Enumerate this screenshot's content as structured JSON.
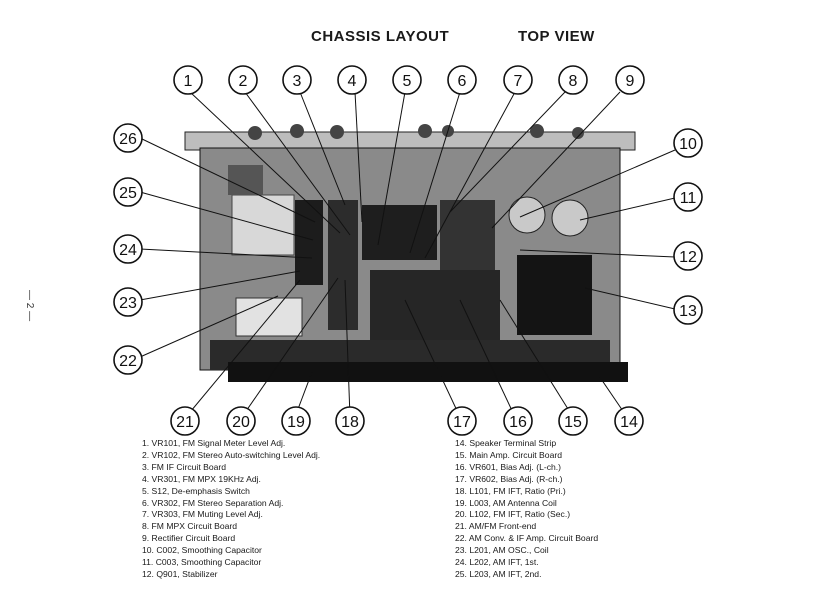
{
  "header": {
    "title_left": "CHASSIS LAYOUT",
    "title_right": "TOP VIEW"
  },
  "margin_mark": "— 2 —",
  "callouts": [
    "1",
    "2",
    "3",
    "4",
    "5",
    "6",
    "7",
    "8",
    "9",
    "10",
    "11",
    "12",
    "13",
    "14",
    "15",
    "16",
    "17",
    "18",
    "19",
    "20",
    "21",
    "22",
    "23",
    "24",
    "25",
    "26"
  ],
  "legend": {
    "left": [
      "1. VR101, FM Signal Meter Level Adj.",
      "2. VR102, FM Stereo Auto-switching Level Adj.",
      "3. FM IF Circuit Board",
      "4. VR301, FM MPX 19KHz Adj.",
      "5. S12, De-emphasis Switch",
      "6. VR302, FM Stereo Separation Adj.",
      "7. VR303, FM Muting Level Adj.",
      "8. FM MPX Circuit Board",
      "9. Rectifier Circuit Board",
      "10. C002, Smoothing Capacitor",
      "11. C003, Smoothing Capacitor",
      "12. Q901, Stabilizer"
    ],
    "right": [
      "14. Speaker Terminal Strip",
      "15. Main Amp. Circuit Board",
      "16. VR601, Bias Adj. (L-ch.)",
      "17. VR602, Bias Adj. (R-ch.)",
      "18. L101, FM IFT, Ratio (Pri.)",
      "19. L003, AM Antenna Coil",
      "20. L102, FM IFT, Ratio (Sec.)",
      "21. AM/FM Front-end",
      "22. AM Conv. & IF Amp. Circuit Board",
      "23. L201, AM OSC., Coil",
      "24. L202, AM IFT, 1st.",
      "25. L203, AM IFT, 2nd."
    ]
  }
}
